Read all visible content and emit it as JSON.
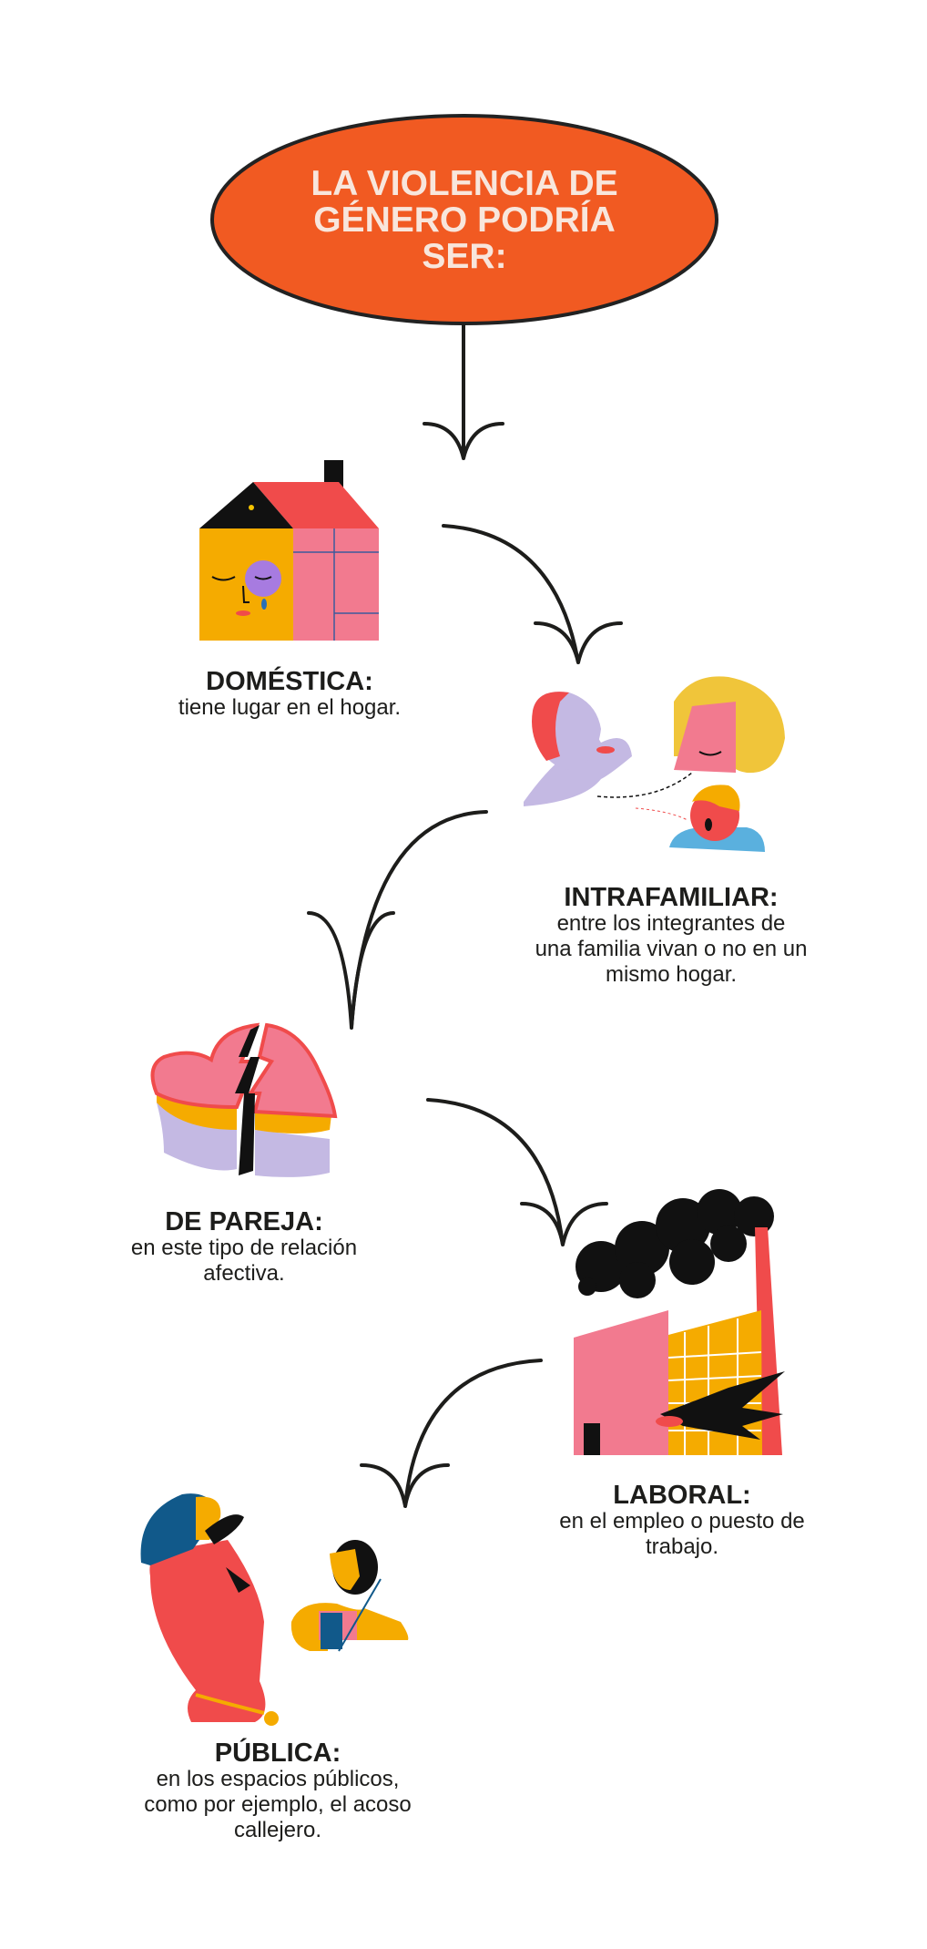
{
  "header": {
    "lines": [
      "LA VIOLENCIA DE",
      "GÉNERO PODRÍA",
      "SER:"
    ]
  },
  "types": [
    {
      "title": "DOMÉSTICA:",
      "lines": [
        "tiene lugar en el hogar."
      ],
      "icon": "house-icon"
    },
    {
      "title": "INTRAFAMILIAR:",
      "lines": [
        "entre los integrantes de",
        "una familia vivan o no en un",
        "mismo hogar."
      ],
      "icon": "family-icon"
    },
    {
      "title": "DE PAREJA:",
      "lines": [
        "en este tipo de relación",
        "afectiva."
      ],
      "icon": "broken-heart-icon"
    },
    {
      "title": "LABORAL:",
      "lines": [
        "en el empleo o puesto de",
        "trabajo."
      ],
      "icon": "factory-icon"
    },
    {
      "title": "PÚBLICA:",
      "lines": [
        "en los espacios públicos,",
        "como por ejemplo, el acoso",
        "callejero."
      ],
      "icon": "street-harassment-icon"
    }
  ],
  "colors": {
    "accent": "#f15a22",
    "ink": "#1d1d1b",
    "yellow": "#f5ab00",
    "pink": "#f27a8f",
    "red": "#f04b4b",
    "lilac": "#c4b9e3",
    "blue": "#11598a"
  }
}
